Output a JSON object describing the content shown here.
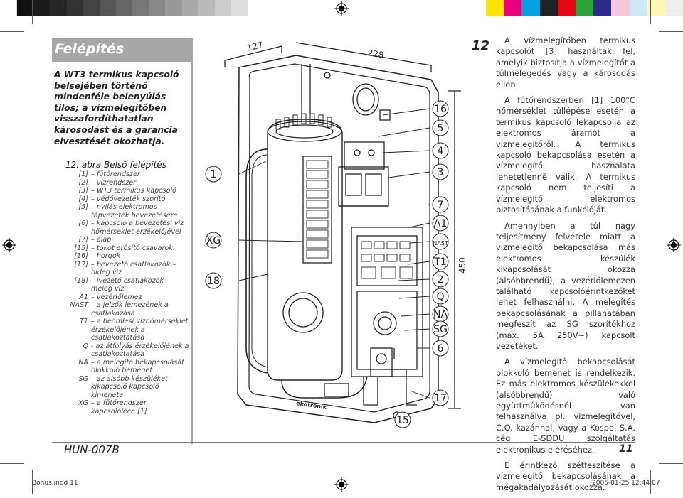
{
  "header": {
    "title": "Felépítés"
  },
  "warning_text": "A WT3 termikus kapcsoló belsejében történő mindenféle belenyúlás tilos; a vízmelegítőben visszafordíthatatlan károsodást és a garancia elvesztését okozhatja.",
  "figure": {
    "title": "12. ábra  Belső felépítés",
    "legend": [
      {
        "key": "[1]",
        "val": "– fűtőrendszer"
      },
      {
        "key": "[2]",
        "val": "– vízrendszer"
      },
      {
        "key": "[3]",
        "val": "– WT3 termikus kapcsoló"
      },
      {
        "key": "[4]",
        "val": "– védővezeték szorító"
      },
      {
        "key": "[5]",
        "val": "– nyílás elektromos tápvezeték bevezetésére"
      },
      {
        "key": "[6]",
        "val": "– kapcsoló a bevezetési víz hőmérséklet érzékelőjével"
      },
      {
        "key": "[7]",
        "val": "– alap"
      },
      {
        "key": "[15]",
        "val": "– tokot erősítő csavarok"
      },
      {
        "key": "[16]",
        "val": "– horgok"
      },
      {
        "key": "[17]",
        "val": "– bevezető csatlakozók – hideg víz"
      },
      {
        "key": "[18]",
        "val": "– ivezető csatlakozók – meleg víz"
      },
      {
        "key": "A1",
        "val": "– vezérlőlemez"
      },
      {
        "key": "NAST",
        "val": "– a jelzők lemezének a csatlakozása"
      },
      {
        "key": "T1",
        "val": "– a beömlési vízhőmérséklet érzékelőjének a csatlakoztatása"
      },
      {
        "key": "Q",
        "val": "- az átfolyás érzékelőjének a csatlakoztatása"
      },
      {
        "key": "NA",
        "val": "– a melegítő bekapcsolását blokkoló bemenet"
      },
      {
        "key": "SG",
        "val": "– az alsóbb készüléket kikapcsoló kapcsoló kimenete"
      },
      {
        "key": "XG",
        "val": "– a fűtőrendszer kapcsolóléce [1]"
      }
    ],
    "dims": {
      "d127": "127",
      "d228": "228",
      "d450": "450"
    },
    "callouts_right": [
      "16",
      "5",
      "4",
      "3",
      "7",
      "A1",
      "NAST",
      "T1",
      "2",
      "Q",
      "NA",
      "SG",
      "6",
      "17"
    ],
    "callouts_left": [
      "1",
      "XG",
      "18"
    ],
    "callout_bottom": "15",
    "brand": "ekotronik"
  },
  "page_number": "12",
  "right_paragraphs": [
    "A vízmelegítőben termikus kapcsolót [3] használtak fel, amelyik biztosítja a vízmelegítőt a túlmelegedés vagy a károsodás ellen.",
    "A fűtőrendszerben [1] 100°C hőmérséklet túllépése esetén a termikus kapcsoló lekapcsolja az elektromos áramot a vízmelegítőről. A termikus kapcsoló bekapcsolása esetén a vízmelegítő használata lehetetlenné válik. A termikus kapcsoló nem teljesíti a vízmelegítő elektromos biztosításának a funkcióját.",
    "Amennyiben a túl nagy teljesítmény felvétele miatt a vízmelegítő bekapcsolása más elektromos készülék kikapcsolását okozza (alsóbbrendű), a vezérlőlemezen található kapcsolóérintkezőket lehet felhasználni. A melegítés bekapcsolásának a pillanatában megfeszít az SG szorítókhoz (max. 5A 250V~) kapcsolt vezetéket.",
    "A vízmelegítő bekapcsolását blokkoló bemenet is rendelkezik. Ez más elektromos készülékekkel (alsóbbrendű) való együttműködésnél van felhasználva pl. vízmelegítővel, C.O. kazánnal, vagy a Kospel S.A. cég E-SDDU szolgáltatás elektronikus eléréséhez.",
    "E érintkező szétfeszítése a vízmelegítő bekapcsolásának a megakadályozását okozza."
  ],
  "footer": {
    "left": "HUN-007B",
    "right": "11"
  },
  "slug": {
    "file": "Bonus.indd   11",
    "date": "2006-01-25   12:44:07"
  },
  "colors": {
    "header_gray": "#a7a7a7"
  }
}
